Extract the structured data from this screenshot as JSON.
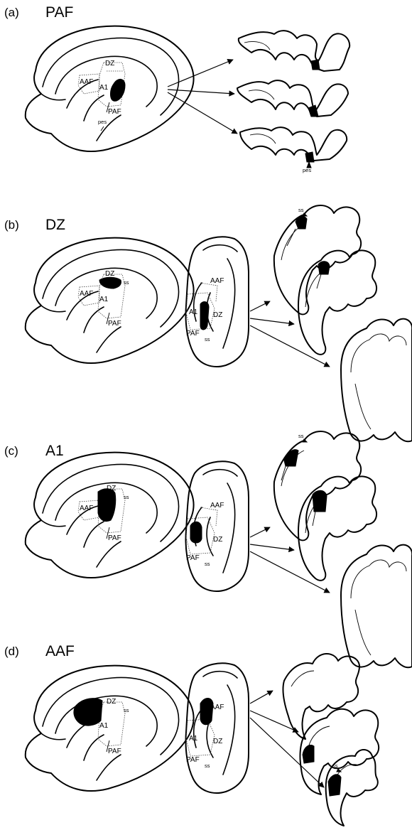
{
  "panels": [
    {
      "letter": "(a)",
      "title": "PAF",
      "labels": {
        "dz": "DZ",
        "aaf": "AAF",
        "a1": "A1",
        "paf": "PAF",
        "pes": "pes",
        "section_pes": "pes"
      }
    },
    {
      "letter": "(b)",
      "title": "DZ",
      "labels": {
        "dz": "DZ",
        "ss": "ss",
        "aaf": "AAF",
        "a1": "A1",
        "paf": "PAF",
        "v_aaf": "AAF",
        "v_a1": "A1",
        "v_dz": "DZ",
        "v_paf": "PAF",
        "v_ss": "ss",
        "section_ss": "ss"
      }
    },
    {
      "letter": "(c)",
      "title": "A1",
      "labels": {
        "dz": "DZ",
        "ss": "ss",
        "aaf": "AAF",
        "paf": "PAF",
        "v_aaf": "AAF",
        "v_dz": "DZ",
        "v_paf": "PAF",
        "v_ss": "ss",
        "section_ss": "ss"
      }
    },
    {
      "letter": "(d)",
      "title": "AAF",
      "labels": {
        "dz": "DZ",
        "ss": "ss",
        "a1": "A1",
        "paf": "PAF",
        "v_aaf": "AAF",
        "v_a1": "A1",
        "v_dz": "DZ",
        "v_paf": "PAF",
        "v_ss": "ss",
        "section_ss": "ss"
      }
    }
  ]
}
